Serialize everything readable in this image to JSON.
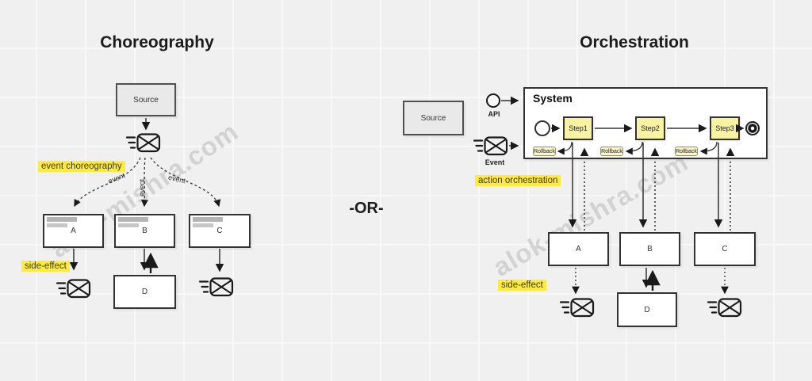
{
  "watermark": "alok-mishra.com",
  "divider": "-OR-",
  "left": {
    "title": "Choreography",
    "source_label": "Source",
    "event_tag": "event choreography",
    "event_arrow_label": "event",
    "side_effect_tag": "side-effect",
    "nodes": {
      "a": "A",
      "b": "B",
      "c": "C",
      "d": "D"
    }
  },
  "right": {
    "title": "Orchestration",
    "source_label": "Source",
    "api_label": "API",
    "event_label": "Event",
    "action_tag": "action orchestration",
    "side_effect_tag": "side-effect",
    "system": {
      "title": "System",
      "steps": [
        "Step1",
        "Step2",
        "Step3"
      ],
      "rollback_label": "Rollback"
    },
    "nodes": {
      "a": "A",
      "b": "B",
      "c": "C",
      "d": "D"
    }
  },
  "colors": {
    "highlight": "#ffeb3d",
    "step_fill": "#f8f2a3",
    "rollback_fill": "#fcf8cd",
    "source_fill": "#e9e9e9",
    "box_border": "#333333",
    "background": "#f0f0f1"
  }
}
